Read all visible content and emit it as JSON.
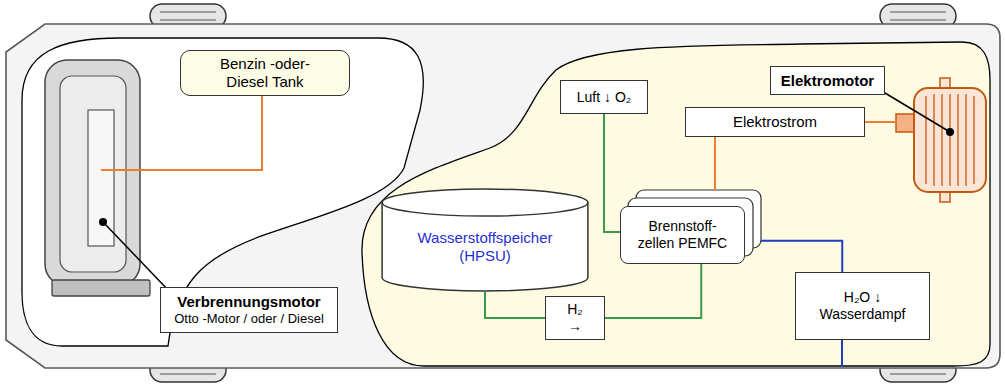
{
  "diagram": {
    "nodes": [
      {
        "text": [
          "Benzin -oder- Diesel Tank"
        ]
      },
      {
        "text": [
          "Verbrennungsmotor",
          "Otto -Motor / oder / Diesel"
        ]
      },
      {
        "text": [
          "Elektromotor"
        ]
      },
      {
        "text": [
          "Luft ↓ O₂"
        ]
      },
      {
        "text": [
          "Elektrostrom"
        ]
      },
      {
        "text": [
          "Wasserstoffspeicher (HPSU)"
        ]
      },
      {
        "text": [
          "Brennstoff- zellen PEMFC"
        ]
      },
      {
        "text": [
          "H₂ →"
        ]
      },
      {
        "text": [
          "H₂O ↓ Wasserdampf"
        ]
      }
    ],
    "edges": [
      {
        "from": 3,
        "to": 6,
        "arrow": "none"
      },
      {
        "from": 4,
        "to": 6,
        "arrow": "none"
      },
      {
        "from": 5,
        "to": 7,
        "arrow": "none"
      },
      {
        "from": 7,
        "to": 6,
        "arrow": "none"
      },
      {
        "from": 6,
        "to": 8,
        "arrow": "none"
      }
    ]
  }
}
